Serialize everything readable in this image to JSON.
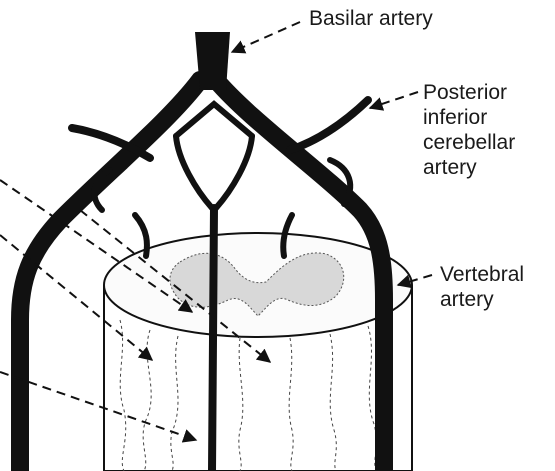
{
  "labels": {
    "basilar": [
      "Basilar artery"
    ],
    "pica": [
      "Posterior",
      "inferior",
      "cerebellar",
      "artery"
    ],
    "vertebral": [
      "Vertebral",
      "artery"
    ]
  },
  "colors": {
    "ink": "#111111",
    "background": "#ffffff"
  }
}
